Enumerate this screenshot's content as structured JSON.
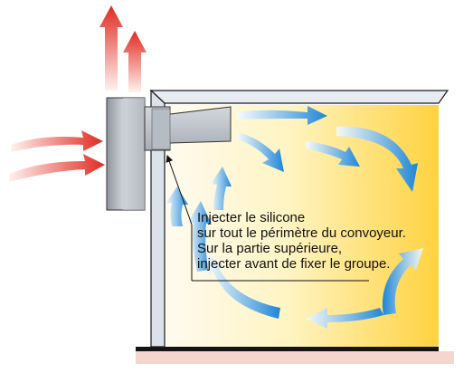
{
  "annotation": {
    "lines": [
      "Injecter le silicone",
      "sur tout le périmètre du convoyeur.",
      "Sur la partie supérieure,",
      "injecter avant de fixer le groupe."
    ]
  },
  "icons": {
    "hot_exhaust": "arrow-up-icon",
    "warm_intake": "arrow-right-icon",
    "cold_airflow": "curved-arrow-icon"
  },
  "colors": {
    "interior_hot": "#ffd24a",
    "interior_light": "#fff7cf",
    "hot_arrow": "#e8332a",
    "cold_arrow": "#2a8fd8",
    "wall": "#dfe6ef",
    "unit": "#b9bec6",
    "outline": "#1b1b1b"
  }
}
